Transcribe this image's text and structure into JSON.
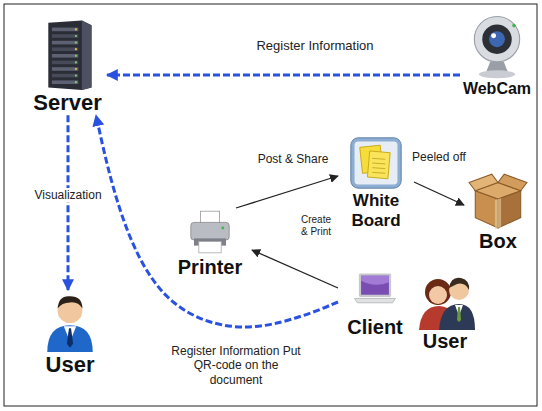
{
  "diagram": {
    "nodes": [
      {
        "text": [
          "Server"
        ]
      },
      {
        "text": [
          "WebCam"
        ]
      },
      {
        "text": [
          "Printer"
        ]
      },
      {
        "text": [
          "White Board"
        ]
      },
      {
        "text": [
          "Box"
        ]
      },
      {
        "text": [
          "Client"
        ]
      },
      {
        "text": [
          "User"
        ]
      },
      {
        "text": [
          "User"
        ]
      }
    ],
    "edges": [
      {
        "from": 1,
        "to": 0,
        "arrow": "to",
        "label": "Register Information"
      },
      {
        "from": 0,
        "to": 7,
        "arrow": "to",
        "label": "Visualization"
      },
      {
        "from": 2,
        "to": 3,
        "arrow": "to",
        "label": "Post & Share"
      },
      {
        "from": 3,
        "to": 4,
        "arrow": "to",
        "label": "Peeled off"
      },
      {
        "from": 5,
        "to": 2,
        "arrow": "to",
        "label": "Create & Print"
      },
      {
        "from": 5,
        "to": 0,
        "arrow": "to",
        "label": "Register Information Put QR-code on the document"
      }
    ]
  }
}
